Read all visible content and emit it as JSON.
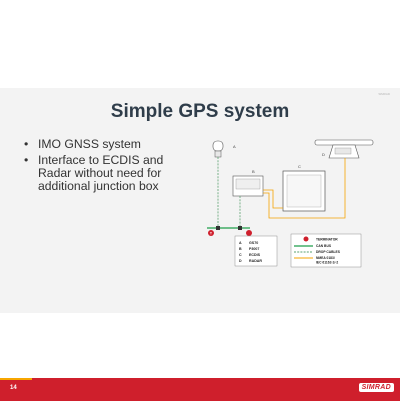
{
  "slide": {
    "title": "Simple GPS system",
    "brand_small": "SIMRAD",
    "bullets": [
      "IMO GNSS system",
      "Interface to ECDIS and Radar without need for additional junction box"
    ],
    "page_number": "14",
    "logo_text": "SIMRAD"
  },
  "diagram": {
    "labels": {
      "a": "A",
      "b": "B",
      "c": "C",
      "d": "D"
    },
    "terminator_marker": "T",
    "device_list": [
      {
        "key": "A",
        "name": "GS70"
      },
      {
        "key": "B",
        "name": "P3007"
      },
      {
        "key": "C",
        "name": "ECDIS"
      },
      {
        "key": "D",
        "name": "RADAR"
      }
    ],
    "legend": {
      "terminator": "TERMINATOR",
      "can_bus": "CAN BUS",
      "drop_cables": "DROP CABLES",
      "nmea_line1": "NMEA 0183/",
      "nmea_line2": "IEC 61162-1/-2"
    },
    "colors": {
      "can_bus": "#1f9e4a",
      "drop_cables": "#5aa070",
      "nmea": "#f4a300",
      "terminator": "#cf1f2c"
    }
  },
  "colors": {
    "footer": "#cf1f2c",
    "accent": "#f7a600",
    "title": "#2f3d4a"
  }
}
